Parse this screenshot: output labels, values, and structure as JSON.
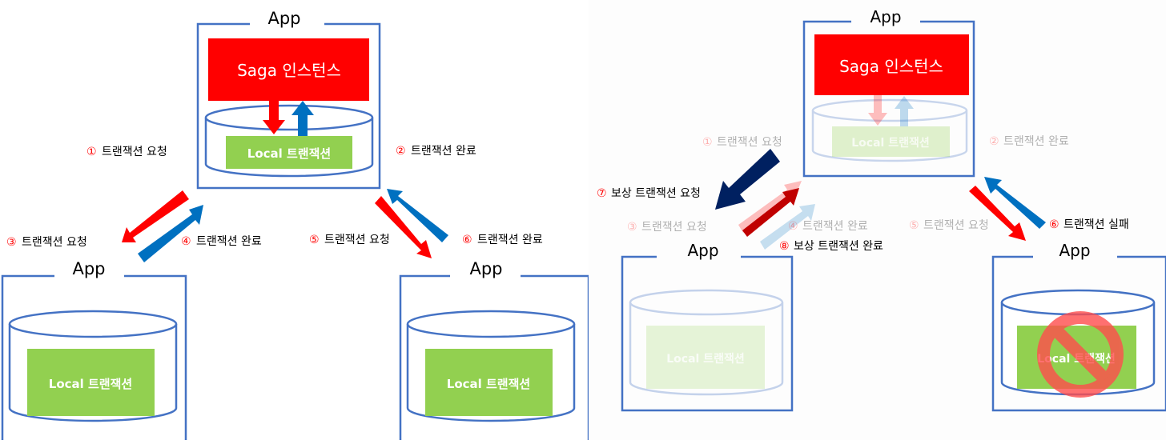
{
  "left": {
    "app_label": "App",
    "saga_label": "Saga 인스턴스",
    "local_label": "Local 트랜잭션",
    "step1": {
      "num": "①",
      "text": "트랜잭션 요청"
    },
    "step2": {
      "num": "②",
      "text": "트랜잭션 완료"
    },
    "step3": {
      "num": "③",
      "text": "트랜잭션 요청"
    },
    "step4": {
      "num": "④",
      "text": "트랜잭션 완료"
    },
    "step5": {
      "num": "⑤",
      "text": "트랜잭션 요청"
    },
    "step6": {
      "num": "⑥",
      "text": "트랜잭션 완료"
    }
  },
  "right": {
    "app_label": "App",
    "saga_label": "Saga 인스턴스",
    "local_label": "Local 트랜잭션",
    "step1": {
      "num": "①",
      "text": "트랜잭션 요청"
    },
    "step2": {
      "num": "②",
      "text": "트랜잭션 완료"
    },
    "step3": {
      "num": "③",
      "text": "트랜잭션 요청"
    },
    "step4": {
      "num": "④",
      "text": "트랜잭션 완료"
    },
    "step5": {
      "num": "⑤",
      "text": "트랜잭션 요청"
    },
    "step6": {
      "num": "⑥",
      "text": "트랜잭션 실패"
    },
    "step7": {
      "num": "⑦",
      "text": "보상 트랜잭션 요청"
    },
    "step8": {
      "num": "⑧",
      "text": "보상 트랜잭션 완료"
    }
  },
  "colors": {
    "frame": "#4472c4",
    "saga": "#ff0000",
    "local": "#92d050",
    "request_arrow": "#ff0000",
    "complete_arrow": "#0070c0",
    "compensate_request": "#002060",
    "compensate_complete_red": "#c00000",
    "faded_text": "#bfbfbf",
    "failure_icon": "#ff4d4d"
  }
}
